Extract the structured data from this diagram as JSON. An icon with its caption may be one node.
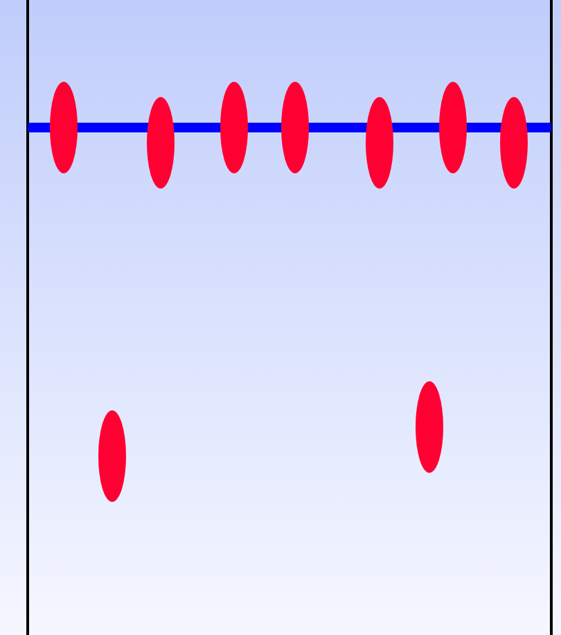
{
  "diagram": {
    "nodes": [
      {
        "text": [],
        "shape": "ellipse"
      },
      {
        "text": [],
        "shape": "ellipse"
      },
      {
        "text": [],
        "shape": "ellipse"
      },
      {
        "text": [],
        "shape": "ellipse"
      },
      {
        "text": [],
        "shape": "ellipse"
      },
      {
        "text": [],
        "shape": "ellipse"
      },
      {
        "text": [],
        "shape": "ellipse"
      },
      {
        "text": [],
        "shape": "ellipse"
      },
      {
        "text": [],
        "shape": "ellipse"
      }
    ]
  }
}
